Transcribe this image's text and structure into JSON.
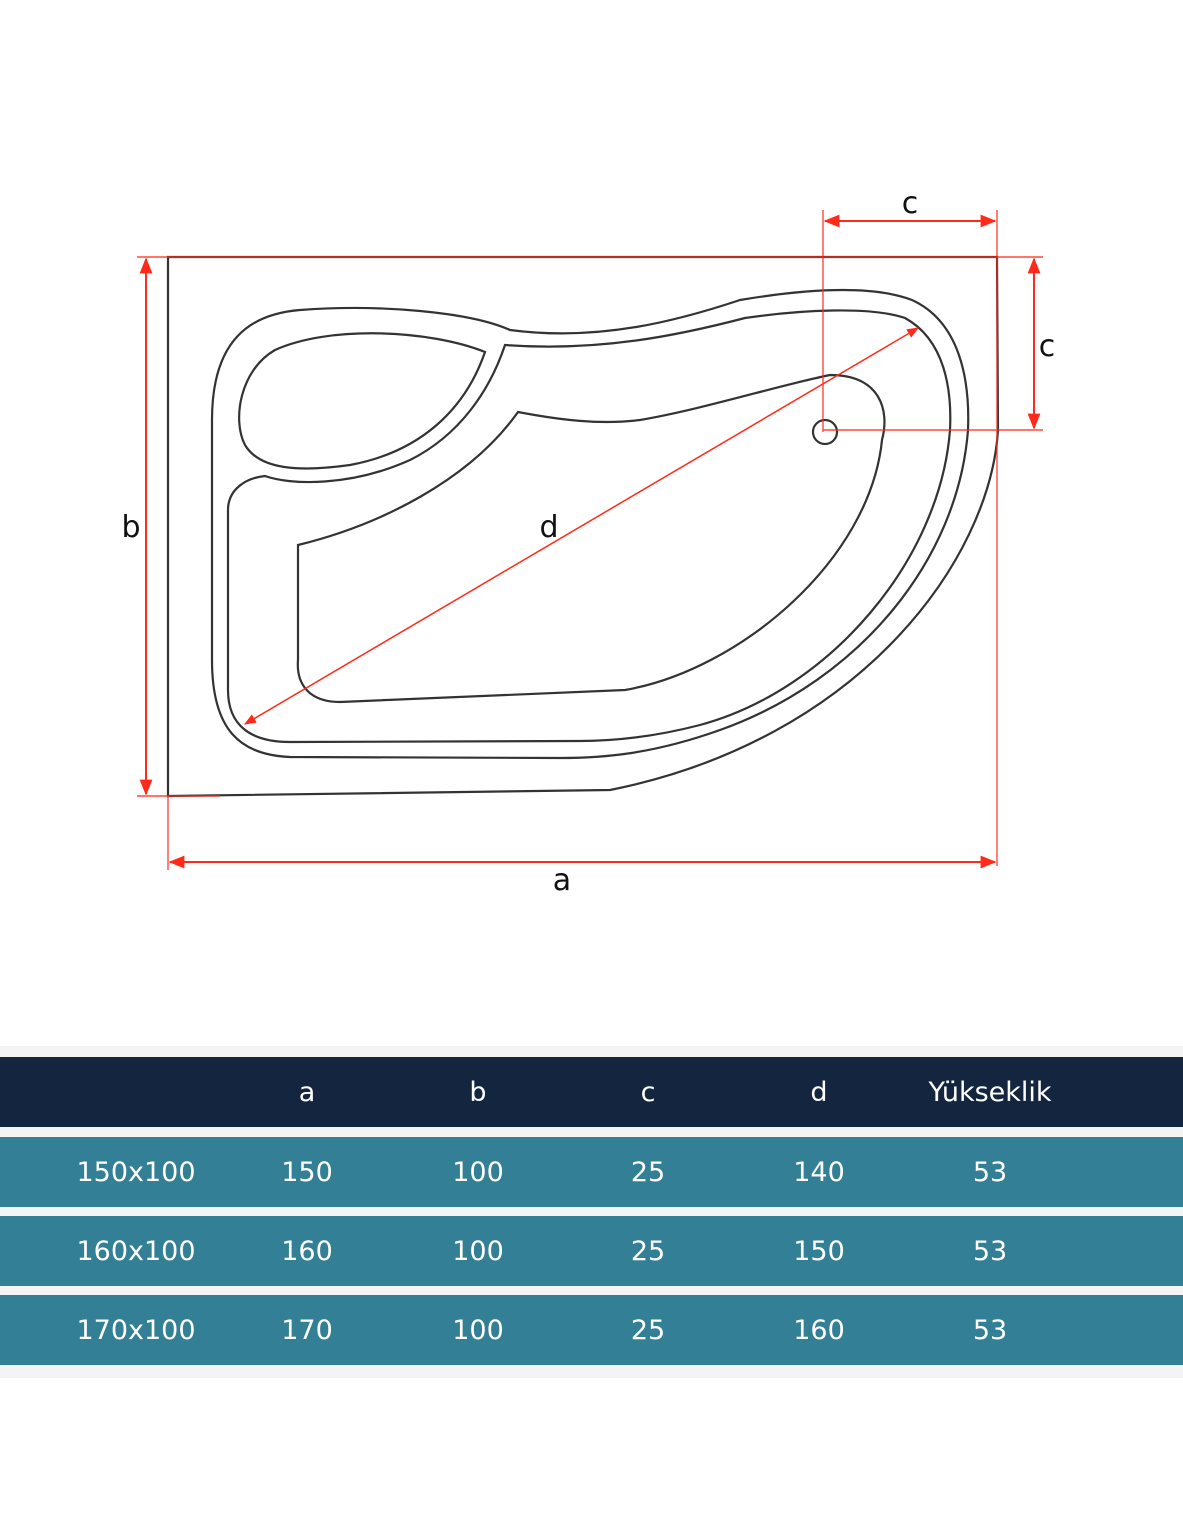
{
  "diagram": {
    "labels": {
      "a": "a",
      "b": "b",
      "c_top": "c",
      "c_right": "c",
      "d": "d"
    },
    "colors": {
      "dimension": "#ff2a1a",
      "outline": "#333333"
    }
  },
  "table": {
    "headers": [
      "",
      "a",
      "b",
      "c",
      "d",
      "Yükseklik"
    ],
    "rows": [
      [
        "150x100",
        "150",
        "100",
        "25",
        "140",
        "53"
      ],
      [
        "160x100",
        "160",
        "100",
        "25",
        "150",
        "53"
      ],
      [
        "170x100",
        "170",
        "100",
        "25",
        "160",
        "53"
      ]
    ],
    "colors": {
      "header": "#13253f",
      "row": "#337f95"
    }
  }
}
